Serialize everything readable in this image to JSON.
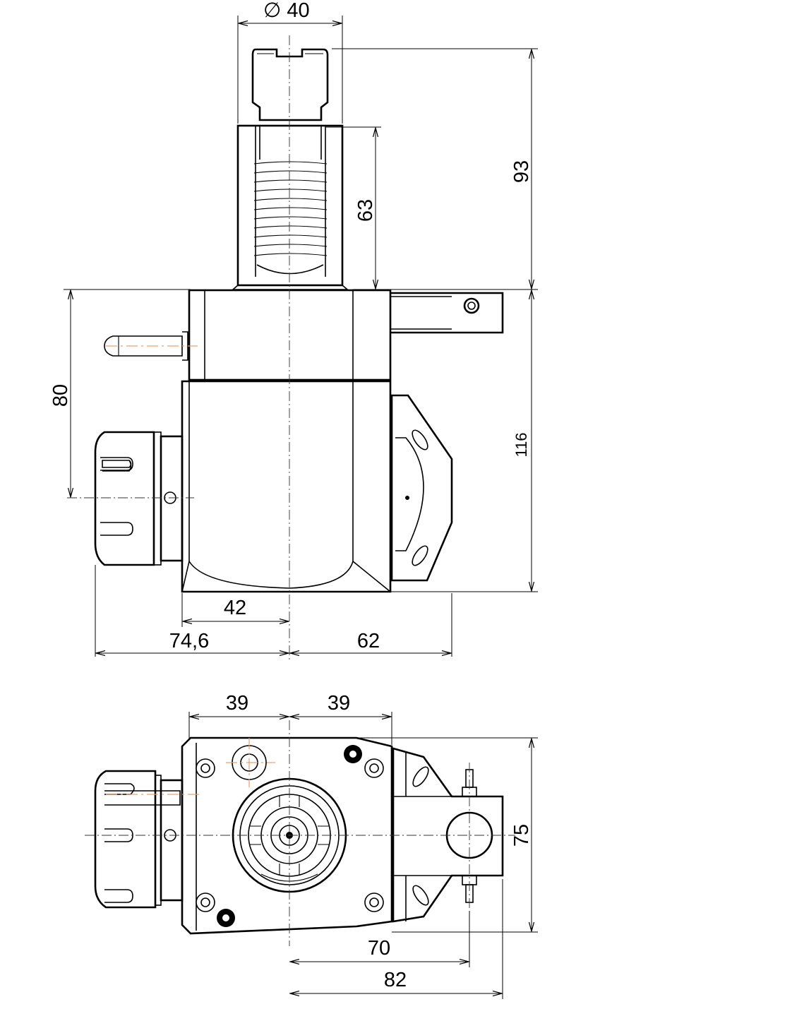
{
  "dimensions": {
    "front_view": {
      "shank_diameter": "∅ 40",
      "overall_height_top": "93",
      "shank_length": "63",
      "collet_center_height": "80",
      "body_height": "116",
      "collet_offset": "42",
      "left_extent": "74,6",
      "right_extent": "62"
    },
    "top_view": {
      "half_width_left": "39",
      "half_width_right": "39",
      "depth": "75",
      "clamp_offset": "70",
      "clamp_extent": "82"
    }
  }
}
